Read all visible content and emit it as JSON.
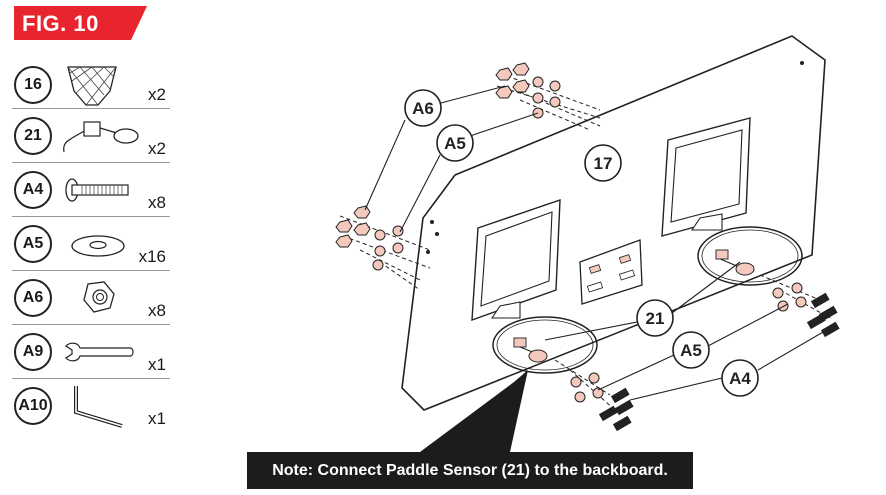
{
  "figure_label": "FIG. 10",
  "parts": [
    {
      "id": "16",
      "qty": "x2",
      "icon": "net-icon"
    },
    {
      "id": "21",
      "qty": "x2",
      "icon": "paddle-sensor-icon"
    },
    {
      "id": "A4",
      "qty": "x8",
      "icon": "bolt-icon"
    },
    {
      "id": "A5",
      "qty": "x16",
      "icon": "washer-icon"
    },
    {
      "id": "A6",
      "qty": "x8",
      "icon": "nut-icon"
    },
    {
      "id": "A9",
      "qty": "x1",
      "icon": "wrench-icon"
    },
    {
      "id": "A10",
      "qty": "x1",
      "icon": "hex-key-icon"
    }
  ],
  "callouts": {
    "a6": "A6",
    "a5_top": "A5",
    "backboard": "17",
    "sensor": "21",
    "a5_bottom": "A5",
    "a4": "A4"
  },
  "note": "Note: Connect Paddle Sensor (21) to the backboard."
}
